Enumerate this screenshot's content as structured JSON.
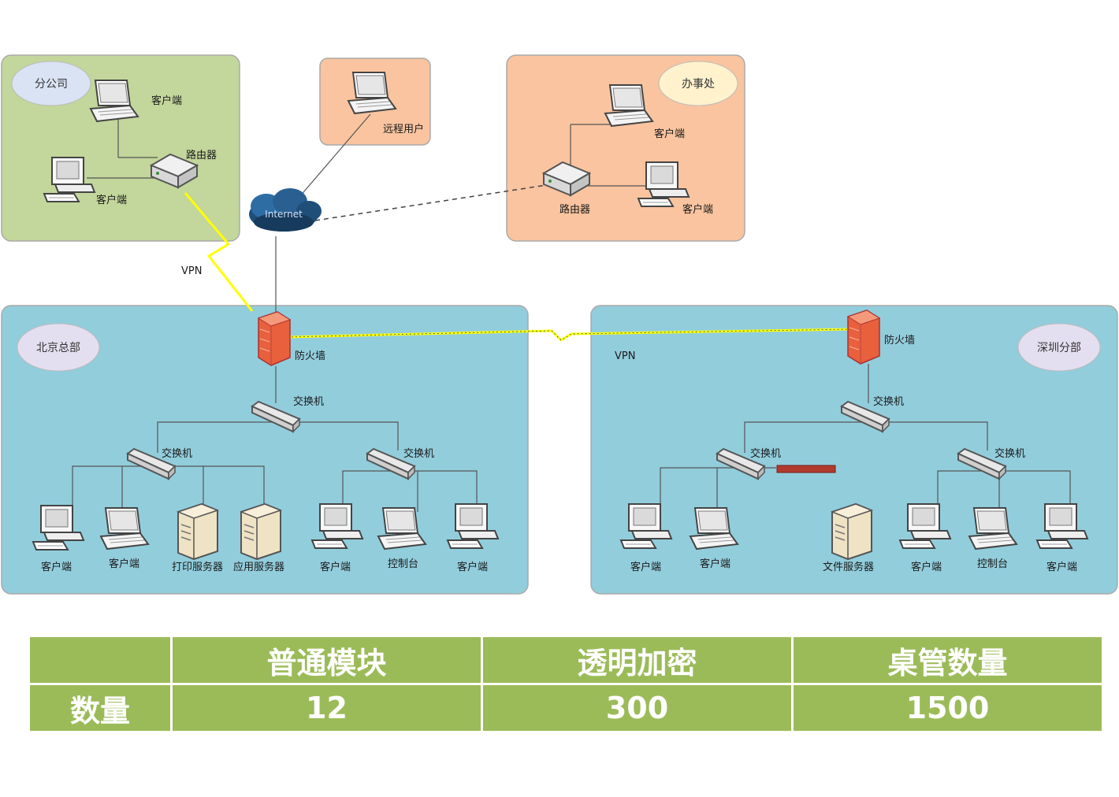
{
  "regions": {
    "top_left": {
      "tag": "分公司"
    },
    "top_right": {
      "tag": "办事处"
    },
    "bottom_left": {
      "tag": "北京总部"
    },
    "bottom_right": {
      "tag": "深圳分部"
    }
  },
  "labels": {
    "client": "客户端",
    "router": "路由器",
    "remote": "远程用户",
    "firewall": "防火墙",
    "switch": "交换机",
    "vpn_left": "VPN",
    "vpn_right": "VPN",
    "console": "控制台",
    "print_server": "打印服务器",
    "app_server": "应用服务器",
    "file_server": "文件服务器",
    "internet": "Internet"
  },
  "table": {
    "headers": [
      "",
      "普通模块",
      "透明加密",
      "桌管数量"
    ],
    "row_label": "数量",
    "values": [
      "12",
      "300",
      "1500"
    ]
  },
  "colors": {
    "green_region": "#c3d69b",
    "orange_region": "#f9c49f",
    "blue_region": "#92cddc",
    "table_green": "#9bbb59",
    "vpn_yellow": "#ffff00",
    "firewall": "#e8603c",
    "cloud": "#1f4e79"
  }
}
